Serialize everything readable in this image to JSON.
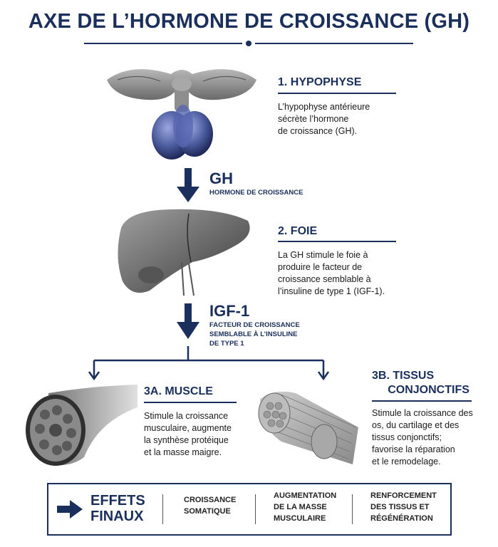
{
  "title": "AXE DE L’HORMONE DE CROISSANCE (GH)",
  "colors": {
    "accent": "#1b2f5c",
    "text": "#1a1a1a",
    "organ": "#8a8a8a",
    "gland": "#4a5a9c"
  },
  "stages": {
    "hypophyse": {
      "title": "1. HYPOPHYSE",
      "description": "L’hypophyse antérieure\nsécrète l’hormone\nde croissance (GH).",
      "icon": "pituitary-gland-illustration"
    },
    "foie": {
      "title": "2. FOIE",
      "description": "La GH stimule le foie à\nproduire le facteur de\ncroissance semblable à\nl’insuline de type 1 (IGF-1).",
      "icon": "liver-illustration"
    },
    "muscle": {
      "title": "3A. MUSCLE",
      "description": "Stimule la croissance\nmusculaire, augmente\nla synthèse protéique\net la masse maigre.",
      "icon": "muscle-cross-section-illustration"
    },
    "tissus": {
      "title": "3B. TISSUS\n     CONJONCTIFS",
      "description": "Stimule la croissance des\nos, du cartilage et des\ntissus conjonctifs;\nfavorise la réparation\net le remodelage.",
      "icon": "connective-tissue-illustration"
    }
  },
  "hormones": {
    "gh": {
      "abbr": "GH",
      "full": "HORMONE DE CROISSANCE"
    },
    "igf1": {
      "abbr": "IGF-1",
      "full": "FACTEUR DE CROISSANCE\nSEMBLABLE À L’INSULINE\nDE TYPE 1"
    }
  },
  "effects": {
    "heading": "EFFETS\nFINAUX",
    "items": [
      "CROISSANCE\nSOMATIQUE",
      "AUGMENTATION\nDE LA MASSE\nMUSCULAIRE",
      "RENFORCEMENT\nDES TISSUS ET\nRÉGÉNÉRATION"
    ]
  }
}
